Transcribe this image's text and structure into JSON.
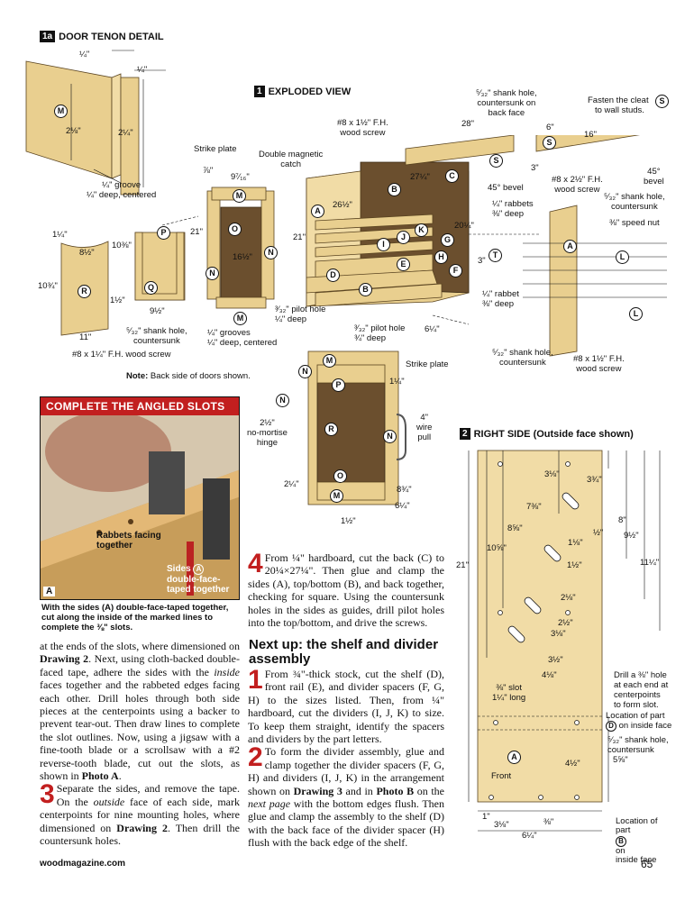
{
  "page": {
    "footer_site": "woodmagazine.com",
    "page_number": "65"
  },
  "figure_1a": {
    "badge": "1a",
    "title": "DOOR TENON DETAIL",
    "labels": {
      "t1": "¼\"",
      "t2": "¼\"",
      "t3": "2⅛\"",
      "t4": "2¼\"",
      "groove": "¼\" groove\n¼\" deep, centered"
    }
  },
  "figure_1": {
    "badge": "1",
    "title": "EXPLODED VIEW",
    "labels": {
      "strike_plate": "Strike plate",
      "double_catch": "Double magnetic\ncatch",
      "d_7_8": "⅞\"",
      "d_9_7_16": "9⁷⁄₁₆\"",
      "d_21_a": "21\"",
      "d_16_1_2": "16½\"",
      "d_1_1_4": "1¼\"",
      "d_8_1_2": "8½\"",
      "d_10_3_8": "10⅜\"",
      "d_10_3_4": "10¾\"",
      "d_1_1_2": "1½\"",
      "d_9_1_2": "9½\"",
      "d_11": "11\"",
      "shank_cs": "⁵⁄₃₂\" shank hole,\ncountersunk",
      "screw_114": "#8 x 1¼\" F.H. wood screw",
      "grooves": "¼\" grooves\n¼\" deep, centered",
      "pilot_14": "³⁄₃₂\" pilot hole\n¼\" deep",
      "note_label": "Note:",
      "note_text": " Back side of doors shown.",
      "screw_112_top": "#8 x 1½\" F.H.\nwood screw",
      "d_27_1_4": "27¼\"",
      "d_26_1_2": "26½\"",
      "d_21_b": "21\"",
      "d_20_1_4": "20¼\"",
      "d_28": "28\"",
      "d_3_top": "3\"",
      "d_3_mid": "3\"",
      "bevel45": "45° bevel",
      "rabbets": "¼\" rabbets\n⅜\" deep",
      "rabbet": "¼\" rabbet\n⅜\" deep",
      "pilot_34": "³⁄₃₂\" pilot hole\n¾\" deep",
      "d_6_1_4_mid": "6¼\"",
      "shank_back": "⁵⁄₃₂\" shank hole,\ncountersunk on\nback face",
      "fasten_cleat": "Fasten the cleat",
      "to_studs": "to wall studs.",
      "d_6": "6\"",
      "d_16": "16\"",
      "screw_212": "#8 x 2½\" F.H.\nwood screw",
      "bevel45b": "45°\nbevel",
      "shank_cs2": "⁵⁄₃₂\" shank hole,\ncountersunk",
      "speed_nut": "⅜\" speed nut",
      "shank_cs3": "⁵⁄₃₂\" shank hole,\ncountersunk",
      "screw_112_b": "#8 x 1½\" F.H.\nwood screw",
      "strike_plate2": "Strike plate",
      "hinge": "2½\"\nno-mortise\nhinge",
      "wire_pull": "4\"\nwire\npull",
      "d_2_1_4": "2¼\"",
      "d_8_3_4": "8¾\"",
      "d_6_1_4": "6¼\"",
      "d_1_1_2_b": "1½\"",
      "d_1_1_4_b": "1¼\""
    }
  },
  "photo_a": {
    "title": "COMPLETE THE ANGLED SLOTS",
    "badge": "A",
    "callout1": "Rabbets facing\ntogether",
    "callout2_pre": "Sides",
    "callout2_circle": "A",
    "callout2_post": "double-face-\ntaped together",
    "caption": "With the sides (A) double-face-taped together, cut along the inside of the marked lines to complete the ⅜\" slots."
  },
  "figure_2": {
    "badge": "2",
    "title": "RIGHT SIDE (Outside face shown)",
    "labels": {
      "d_21": "21\"",
      "d_10_5_8": "10⅝\"",
      "d_8_5_8": "8⅝\"",
      "d_7_3_8": "7⅜\"",
      "d_3_1_8_top": "3⅛\"",
      "d_3_3_4": "3¾\"",
      "d_8": "8\"",
      "d_9_1_2": "9½\"",
      "d_11_1_4": "11¼\"",
      "d_1_2": "½\"",
      "d_1_1_8": "1⅛\"",
      "d_1_1_2": "1½\"",
      "d_2_1_8": "2⅛\"",
      "d_2_1_2": "2½\"",
      "d_3_1_8_mid": "3⅛\"",
      "d_3_1_2": "3½\"",
      "d_4_1_8": "4⅛\"",
      "slot": "⅜\" slot\n1¼\" long",
      "drill": "Drill a ⅜\" hole\nat each end at\ncenterpoints\nto form slot.",
      "loc_D_pre": "Location of part",
      "loc_D_circle": "D",
      "loc_D_post": "on inside face",
      "shank": "⁵⁄₃₂\" shank hole,\ncountersunk",
      "front": "Front",
      "d_4_1_2": "4½\"",
      "d_5_5_8": "5⅝\"",
      "d_1": "1\"",
      "d_3_1_8_bot": "3⅛\"",
      "d_3_8": "⅜\"",
      "d_6_1_4": "6¼\"",
      "loc_B_pre": "Location of\npart",
      "loc_B_circle": "B",
      "loc_B_post": "on\ninside face"
    }
  },
  "text": {
    "col1": [
      {
        "segments": [
          "at the ends of the slots, where dimensioned on ",
          {
            "b": "Drawing 2"
          },
          ". Next, using cloth-backed double-faced tape, adhere the sides with the ",
          {
            "i": "inside"
          },
          " faces together and the rabbeted edges facing each other. Drill holes through both side pieces at the centerpoints using a backer to prevent tear-out. Then draw lines to complete the slot outlines. Now, using a jigsaw with a fine-tooth blade or a scrollsaw with a #2 reverse-tooth blade, cut out the slots, as shown in ",
          {
            "b": "Photo A"
          },
          "."
        ]
      },
      {
        "dropcap": "3",
        "segments": [
          "Separate the sides, and remove the tape. On the ",
          {
            "i": "outside"
          },
          " face of each side, mark centerpoints for nine mounting holes, where dimensioned on ",
          {
            "b": "Drawing 2"
          },
          ". Then drill the countersunk holes."
        ]
      }
    ],
    "col2_p4": {
      "dropcap": "4",
      "segments": [
        "From ¼\" hardboard, cut the back (C) to 20¼×27¼\". Then glue and clamp the sides (A), top/bottom (B), and back together, checking for square. Using the countersunk holes in the sides as guides, drill pilot holes into the top/bottom, and drive the screws."
      ]
    },
    "heading": "Next up: the shelf and divider assembly",
    "col2": [
      {
        "dropcap": "1",
        "segments": [
          "From ¾\"-thick stock, cut the shelf (D), front rail (E), and divider spacers (F, G, H) to the sizes listed. Then, from ¼\" hardboard, cut the dividers (I, J, K) to size. To keep them straight, identify the spacers and dividers by the part letters."
        ]
      },
      {
        "dropcap": "2",
        "segments": [
          "To form the divider assembly, glue and clamp together the divider spacers (F, G, H) and dividers (I, J, K) in the arrangement shown on ",
          {
            "b": "Drawing 3"
          },
          " and in ",
          {
            "b": "Photo B"
          },
          " on the ",
          {
            "i": "next page"
          },
          " with the bottom edges flush. Then glue and clamp the assembly to the shelf (D) with the back face of the divider spacer (H) flush with the back edge of the shelf."
        ]
      }
    ]
  },
  "colors": {
    "accent_red": "#c21f1f",
    "wood": "#e9cf8f",
    "hardboard": "#6b4f2e"
  }
}
